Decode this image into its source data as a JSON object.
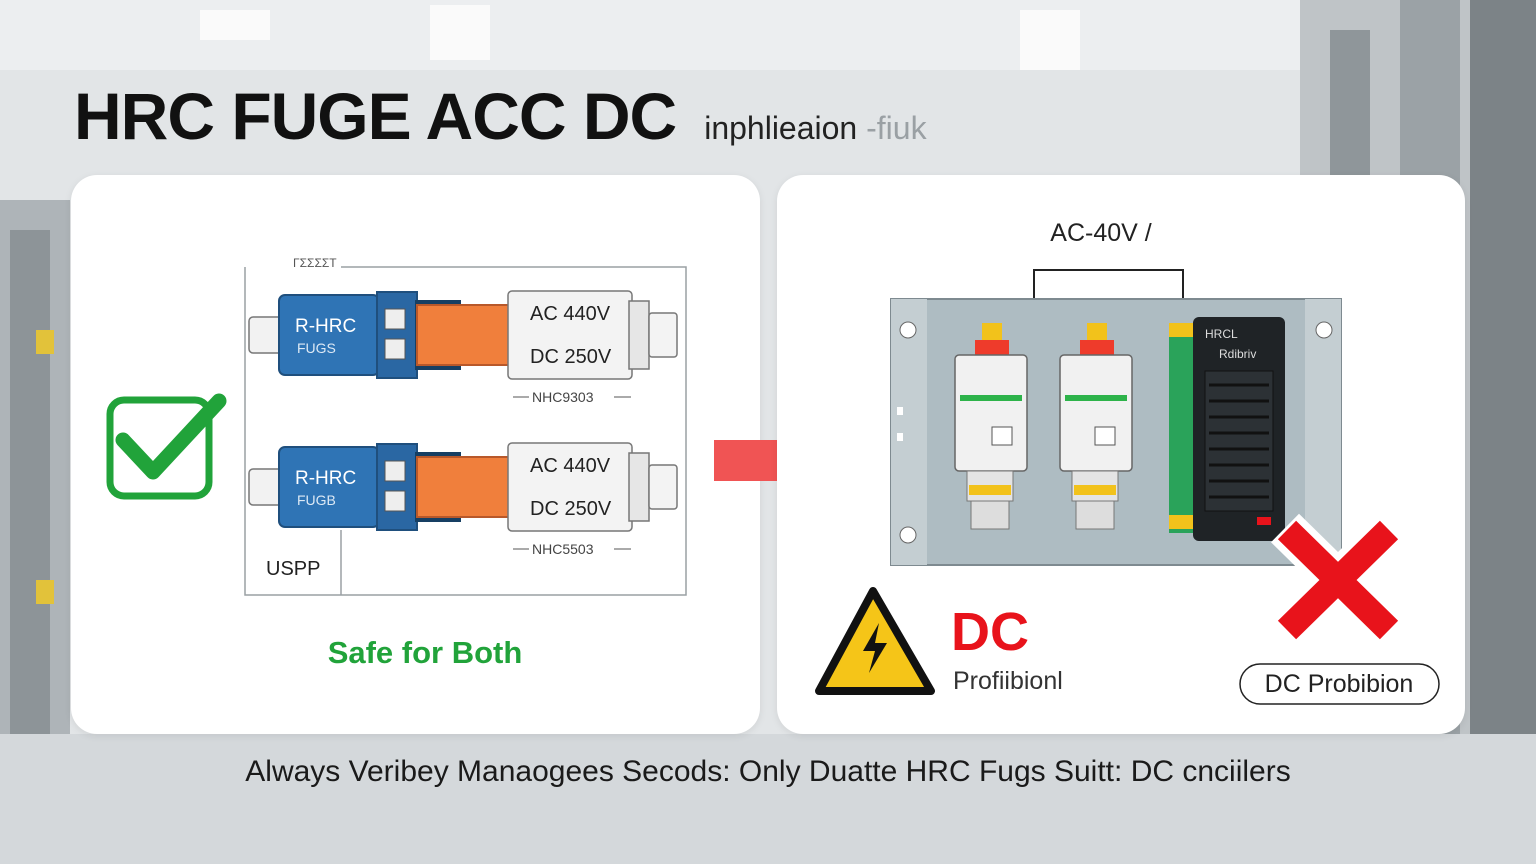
{
  "header": {
    "title": "HRC FUGE ACC DC",
    "subtitle": "inphlieaion",
    "subtitle_tail": "-fiuk"
  },
  "left_panel": {
    "fuses": [
      {
        "name_line1": "R-HRC",
        "name_line2": "FUGS",
        "rating_ac": "AC 440V",
        "rating_dc": "DC 250V",
        "code": "NHC9303"
      },
      {
        "name_line1": "R-HRC",
        "name_line2": "FUGB",
        "rating_ac": "AC 440V",
        "rating_dc": "DC 250V",
        "code": "NHC5503"
      }
    ],
    "top_label": "ΓΣΣΣΣΤ",
    "corner_label": "USPP",
    "safe_label": "Safe for Both"
  },
  "right_panel": {
    "voltage_label": "AC-40V /",
    "module_label1": "HRCL",
    "module_label2": "Rdibriv",
    "dc_label": "DC",
    "dc_sub": "Profiibionl",
    "badge": "DC Probibion"
  },
  "footer": {
    "caption": "Always Veribey Manaogees Secods: Only Duatte HRC Fugs Suitt: DC cnciilers"
  },
  "colors": {
    "safe_green": "#21a33a",
    "danger_red": "#e8131b",
    "divider_red": "#f05454",
    "fuse_blue": "#2f74b5",
    "fuse_orange": "#f07f3c"
  }
}
